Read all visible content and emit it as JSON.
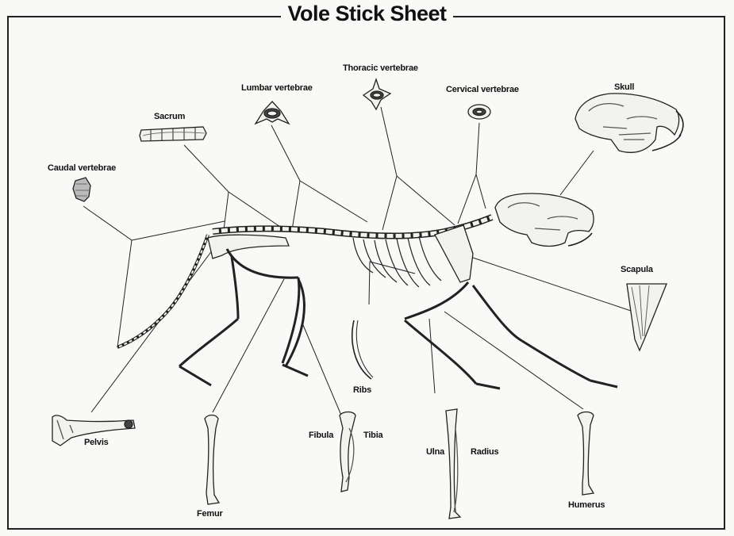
{
  "title": "Vole Stick Sheet",
  "colors": {
    "ink": "#222222",
    "paper": "#f9f9f7",
    "bone_fill": "#f2f2ee",
    "shade": "#777777"
  },
  "labels": {
    "thoracic": "Thoracic vertebrae",
    "lumbar": "Lumbar vertebrae",
    "cervical": "Cervical vertebrae",
    "skull": "Skull",
    "sacrum": "Sacrum",
    "caudal": "Caudal vertebrae",
    "scapula": "Scapula",
    "ribs": "Ribs",
    "pelvis": "Pelvis",
    "fibula": "Fibula",
    "tibia": "Tibia",
    "ulna": "Ulna",
    "radius": "Radius",
    "femur": "Femur",
    "humerus": "Humerus"
  }
}
